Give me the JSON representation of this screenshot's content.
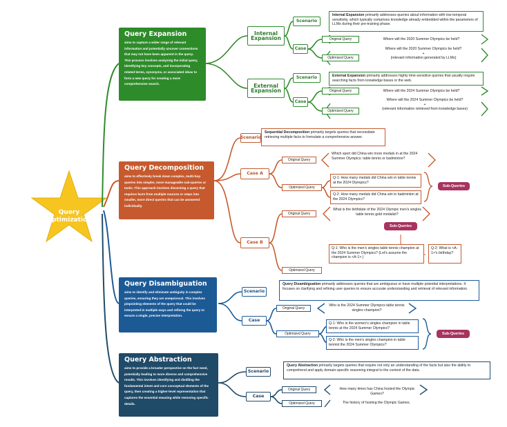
{
  "root": {
    "label_line1": "Query",
    "label_line2": "Optimization",
    "icon": "star-icon",
    "color": "#f7c520"
  },
  "colors": {
    "expansion": "#2e8b2a",
    "decomposition": "#c65a2e",
    "disambiguation": "#1c5a96",
    "abstraction": "#1f4a68",
    "subqueries": "#a8335f"
  },
  "expansion": {
    "title": "Query Expansion",
    "desc": "aims to capture a wider range of relevant information and potentially uncover connections that may not have been apparent in the query. This process involves analyzing the initial query, identifying key concepts, and incorporating related terms, synonyms, or associated ideas to form a new query for creating a more comprehensive search.",
    "internal": {
      "label": "Internal Expansion",
      "scenario_label": "Scenario",
      "scenario_bold": "Internal Expansion",
      "scenario_text": " primarily addresses queries about information with low temporal sensitivity, which typically comprises knowledge already embedded within the parameters of LLMs during their pre-training phase.",
      "case_label": "Case",
      "original_label": "Original Query",
      "original_q": "Where will the 2020 Summer Olympics be held?",
      "optimized_label": "Optimized Query",
      "optimized_q1": "Where will the 2020 Summer Olympics be held?",
      "optimized_plus": "+",
      "optimized_q2": "(relevant information generated by LLMs)"
    },
    "external": {
      "label": "External Expansion",
      "scenario_label": "Scenario",
      "scenario_bold": "External Expansion",
      "scenario_text": " primarily addresses highly time-sensitive queries that usually require searching facts from knowledge bases or the web.",
      "case_label": "Case",
      "original_label": "Original Query",
      "original_q": "Where will the 2024 Summer Olympics be held?",
      "optimized_label": "Optimized Query",
      "optimized_q1": "Where will the 2024 Summer Olympics be held?",
      "optimized_plus": "+",
      "optimized_q2": "(relevant information retrieved from knowledge bases)"
    }
  },
  "decomposition": {
    "title": "Query Decomposition",
    "desc": "aims to effectively break down complex, multi-hop queries into simpler, more manageable sub-queries or tasks. This approach involves dissecting a query that requires facts from multiple sources or steps into smaller, more direct queries that can be answered individually.",
    "scenario_label": "Scenario",
    "scenario_bold": "Sequential Decomposition",
    "scenario_text": " primarily targets queries that necessitate retrieving multiple facts to formulate a comprehensive answer.",
    "case_a": {
      "label": "Case A",
      "original_label": "Original Query",
      "original_q": "Which sport did China win more medals in at the 2024 Summer Olympics: table tennis or badminton?",
      "optimized_label": "Optimized Query",
      "sub1": "Q-1: How many medals did China win in table tennis at the 2024 Olympics?",
      "sub2": "Q-2: How many medals did China win in badminton at the 2024 Olympics?",
      "subqueries_label": "Sub-Queries"
    },
    "case_b": {
      "label": "Case B",
      "original_label": "Original Query",
      "original_q": "What is the birthdate of the 2024 Olympic men's singles table tennis gold medalist?",
      "subqueries_label": "Sub-Queries",
      "optimized_label": "Optimized Query",
      "sub1": "Q-1: Who is the men's singles table tennis champion at the 2024 Summer Olympics? (Let's assume the champion is <A-1>.)",
      "sub2": "Q-2: What is <A-1>'s birthday?"
    }
  },
  "disambiguation": {
    "title": "Query Disambiguation",
    "desc": "aims to identify and eliminate ambiguity in complex queries, ensuring they are unequivocal. This involves pinpointing elements of the query that could be interpreted in multiple ways and refining the query to ensure a single, precise interpretation.",
    "scenario_label": "Scenario",
    "scenario_bold": "Query Disambiguation",
    "scenario_text": " primarily addresses queries that are ambiguous or have multiple potential interpretations. It focuses on clarifying and refining user queries to ensure accurate understanding and retrieval of relevant information.",
    "case_label": "Case",
    "original_label": "Original Query",
    "original_q": "Who is the 2024 Summer Olympics table tennis singles champion?",
    "optimized_label": "Optimized Query",
    "sub1": "Q-1: Who is the women's singles champion in table tennis at the 2024 Summer Olympics?",
    "sub2": "Q-2: Who is the men's singles champion in table tennist the 2024 Summer Olympics?",
    "subqueries_label": "Sub-Queries"
  },
  "abstraction": {
    "title": "Query Abstraction",
    "desc": "aims to provide a broader perspective on the fact need, potentially leading to more diverse and comprehensive results. This involves identifying and distilling the fundamental intent and core conceptual elements of the query, then creating a higher-level representation that captures the essential meaning while removing specific details.",
    "scenario_label": "Scenario",
    "scenario_bold": "Query Abstraction",
    "scenario_text": " primarily targets queries that require not only an understanding of the facts but also the ability to comprehend and apply domain-specific reasoning integral to the context of the data.",
    "case_label": "Case",
    "original_label": "Original Query",
    "original_q": "How many times has China hosted the Olympic Games?",
    "optimized_label": "Optimized Query",
    "optimized_q": "The history of hosting the Olympic Games."
  }
}
